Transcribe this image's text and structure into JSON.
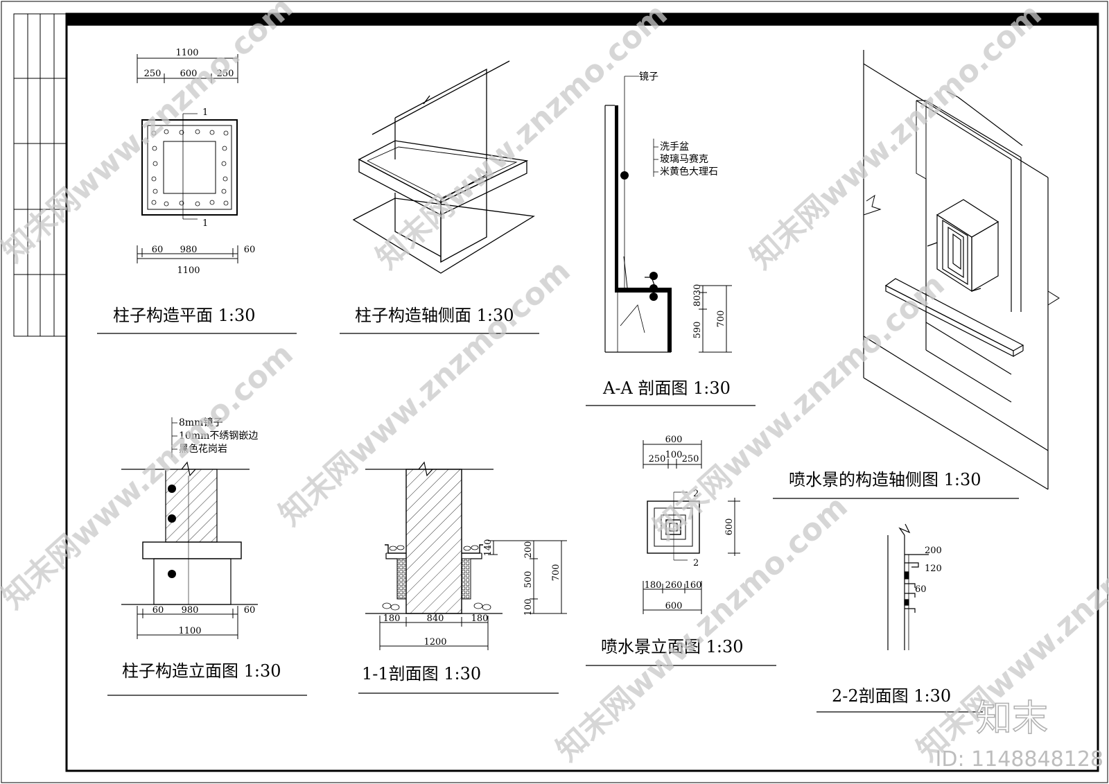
{
  "titles": {
    "plan": "柱子构造平面 1:30",
    "axon_column": "柱子构造轴侧面 1:30",
    "section_aa": "A-A 剖面图 1:30",
    "fountain_axon": "喷水景的构造轴侧图 1:30",
    "column_elev": "柱子构造立面图 1:30",
    "section_11": "1-1剖面图 1:30",
    "fountain_elev": "喷水景立面图 1:30",
    "section_22": "2-2剖面图 1:30"
  },
  "plan": {
    "top_total": "1100",
    "top_left": "250",
    "top_mid": "600",
    "top_right": "250",
    "bot_left": "60",
    "bot_mid": "980",
    "bot_right": "60",
    "bot_total": "1100",
    "cut_top": "1",
    "cut_bot": "1"
  },
  "section_aa": {
    "mirror": "镜子",
    "basin": "洗手盆",
    "mosaic": "玻璃马赛克",
    "marble": "米黄色大理石",
    "d30": "30",
    "d80": "80",
    "d590": "590",
    "d700": "700"
  },
  "column_elev": {
    "mirror8": "8mm镜子",
    "steel10": "10mm不绣钢嵌边",
    "granite": "黑色花岗岩",
    "bot_left": "60",
    "bot_mid": "980",
    "bot_right": "60",
    "bot_total": "1100"
  },
  "section_11": {
    "d140": "140",
    "d200": "200",
    "d500": "500",
    "d100": "100",
    "d700": "700",
    "b180l": "180",
    "b840": "840",
    "b180r": "180",
    "b1200": "1200"
  },
  "fountain_elev": {
    "top_total": "600",
    "top_250l": "250",
    "top_100": "100",
    "top_250r": "250",
    "cut_top": "2",
    "cut_bot": "2",
    "right_600": "600",
    "b180": "180",
    "b260": "260",
    "b160": "160",
    "b600": "600"
  },
  "section_22": {
    "d200": "200",
    "d120": "120",
    "d60": "60"
  },
  "watermark": {
    "site": "知末网www.znzmo.com",
    "brand": "知末",
    "id": "ID: 1148848128"
  }
}
